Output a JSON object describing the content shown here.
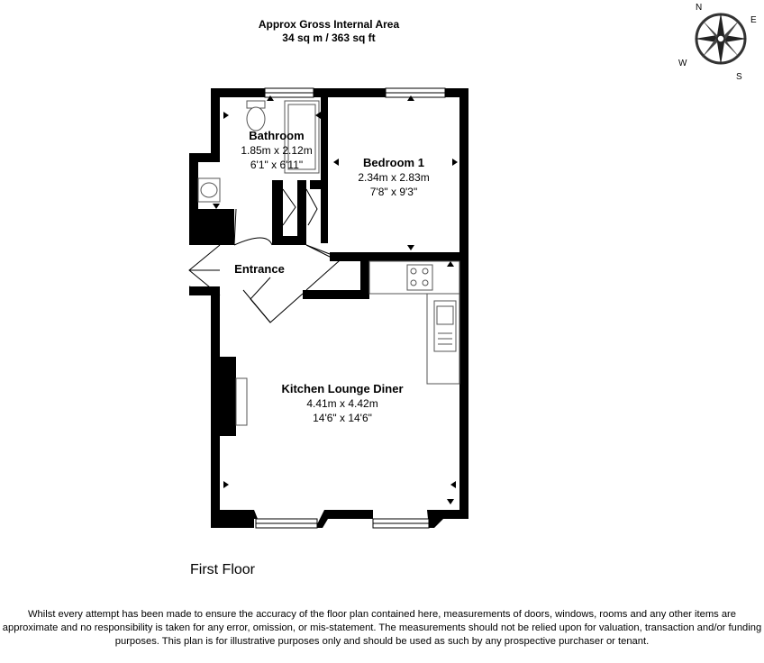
{
  "area": {
    "line1": "Approx Gross Internal Area",
    "line2": "34 sq m / 363 sq ft"
  },
  "compass": {
    "n": "N",
    "e": "E",
    "s": "S",
    "w": "W"
  },
  "rooms": {
    "bathroom": {
      "name": "Bathroom",
      "metric": "1.85m x 2.12m",
      "imperial": "6'1\" x 6'11\""
    },
    "bedroom": {
      "name": "Bedroom 1",
      "metric": "2.34m x 2.83m",
      "imperial": "7'8\" x 9'3\""
    },
    "entrance": {
      "name": "Entrance"
    },
    "kitchen": {
      "name": "Kitchen Lounge Diner",
      "metric": "4.41m x 4.42m",
      "imperial": "14'6\" x 14'6\""
    }
  },
  "floor_label": "First Floor",
  "disclaimer": "Whilst every attempt has been made to ensure the accuracy of the floor plan contained here, measurements of doors, windows, rooms and any other items are approximate and no responsibility is taken for any error, omission, or mis-statement. The measurements should not be relied upon for valuation, transaction and/or funding purposes. This plan is for illustrative purposes only and should be used as such by any prospective purchaser or tenant.",
  "colors": {
    "wall": "#000000",
    "fixture": "#555555",
    "background": "#ffffff"
  }
}
